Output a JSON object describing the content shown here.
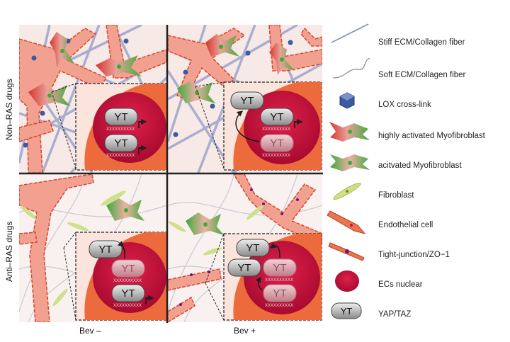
{
  "row_labels": {
    "top": "Non–RAS drugs",
    "bottom": "Anti–RAS drugs"
  },
  "col_labels": {
    "left": "Bev –",
    "right": "Bev +"
  },
  "yt_label": "YT",
  "promoter_seq": "XXXXXXXXXX",
  "legend": [
    {
      "icon": "stiff-fiber-icon",
      "label": "Stiff ECM/Collagen fiber"
    },
    {
      "icon": "soft-fiber-icon",
      "label": "Soft ECM/Collagen fiber"
    },
    {
      "icon": "lox-crosslink-icon",
      "label": "LOX cross-link"
    },
    {
      "icon": "high-myofibroblast-icon",
      "label": "highly activated Myofibroblast"
    },
    {
      "icon": "myofibroblast-icon",
      "label": "acitvated Myofibroblast"
    },
    {
      "icon": "fibroblast-icon",
      "label": "Fibroblast"
    },
    {
      "icon": "endothelial-cell-icon",
      "label": "Endothelial cell"
    },
    {
      "icon": "tight-junction-icon",
      "label": "Tight-junction/ZO−1"
    },
    {
      "icon": "ec-nucleus-icon",
      "label": "ECs nuclear"
    },
    {
      "icon": "yap-taz-icon",
      "label": "YAP/TAZ"
    }
  ],
  "colors": {
    "vessel": "#f2a08f",
    "vessel_edge": "#d6452e",
    "stiff_fiber": "#a9aed0",
    "soft_fiber": "#c8c8d4",
    "cell_outer": "#ec6a3c",
    "nucleus": "#c4123a",
    "fibro_green": "#3daa3a",
    "fibro_red": "#d8332a",
    "fibroblast": "#cfe08a",
    "panel_bg_top": "#f7e9e6",
    "panel_bg_bottom": "#f8f1ef"
  }
}
